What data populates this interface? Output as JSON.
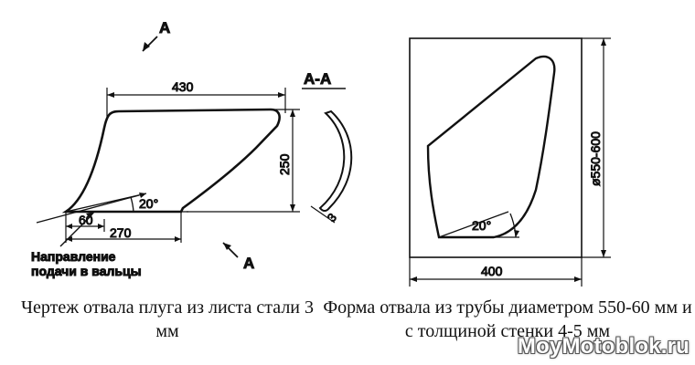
{
  "left_drawing": {
    "section_marker_top": "A",
    "section_marker_bottom": "A",
    "section_title": "А-А",
    "dim_width": "430",
    "dim_height": "250",
    "dim_small": "60",
    "dim_base": "270",
    "angle": "20°",
    "thickness": "3",
    "feed_label_line1": "Направление",
    "feed_label_line2": "подачи в вальцы"
  },
  "right_drawing": {
    "dim_width": "400",
    "dim_diameter": "ø550-600",
    "angle": "20°"
  },
  "captions": {
    "left": "Чертеж отвала плуга из листа стали 3 мм",
    "right": "Форма отвала из трубы диаметром 550-60 мм и с толщиной стенки 4-5 мм"
  },
  "watermark": "MoyMotoblok.ru"
}
